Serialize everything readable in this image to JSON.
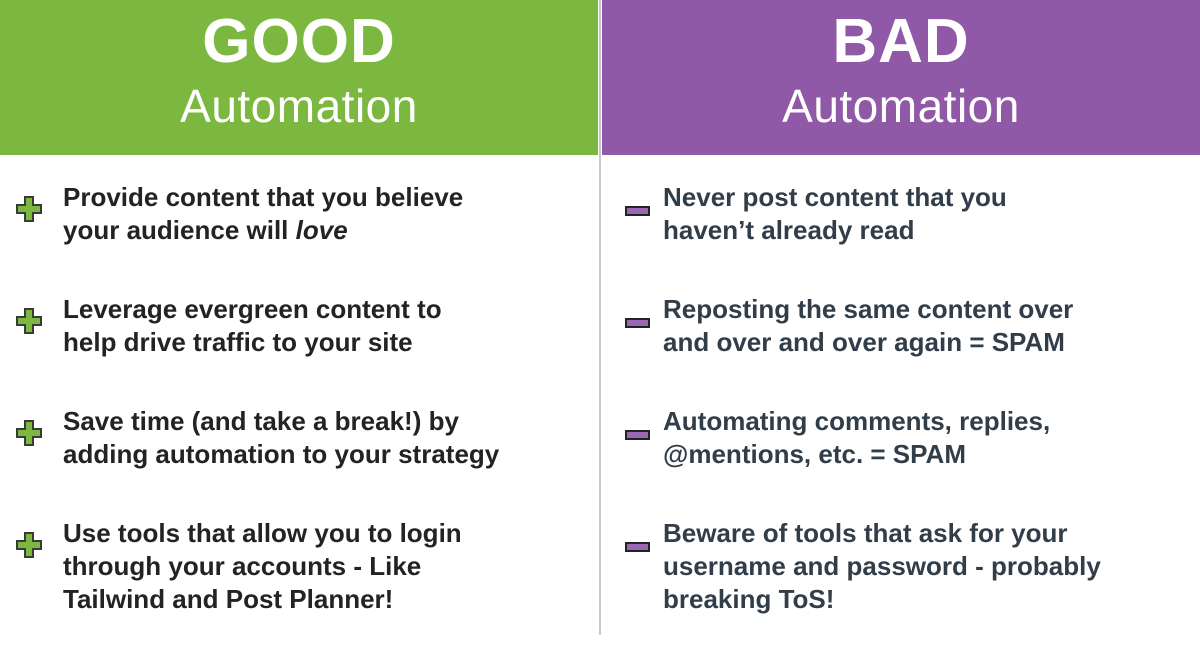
{
  "columns": {
    "good": {
      "title": "GOOD",
      "subtitle": "Automation",
      "accent_color": "#7cb840",
      "text_color": "#232323",
      "bullet_icon": "plus-icon",
      "items": [
        {
          "lines": [
            "Provide content that you believe",
            "your audience will "
          ],
          "italic_suffix": "love"
        },
        {
          "lines": [
            "Leverage evergreen content to",
            "help drive traffic to your site"
          ]
        },
        {
          "lines": [
            "Save time (and take a break!) by",
            "adding automation to your strategy"
          ]
        },
        {
          "lines": [
            "Use tools that allow you to login",
            "through your accounts - Like",
            "Tailwind and Post Planner!"
          ]
        }
      ]
    },
    "bad": {
      "title": "BAD",
      "subtitle": "Automation",
      "accent_color": "#9059a8",
      "bullet_fill_color": "#9a68b2",
      "text_color": "#313d49",
      "bullet_icon": "minus-icon",
      "items": [
        {
          "lines": [
            "Never post content that you",
            "haven’t already read"
          ]
        },
        {
          "lines": [
            "Reposting the same content over",
            "and over and over again = SPAM"
          ]
        },
        {
          "lines": [
            "Automating comments, replies,",
            "@mentions, etc. = SPAM"
          ]
        },
        {
          "lines": [
            "Beware of tools that ask for your",
            "username and password - probably",
            "breaking ToS!"
          ]
        }
      ]
    }
  }
}
